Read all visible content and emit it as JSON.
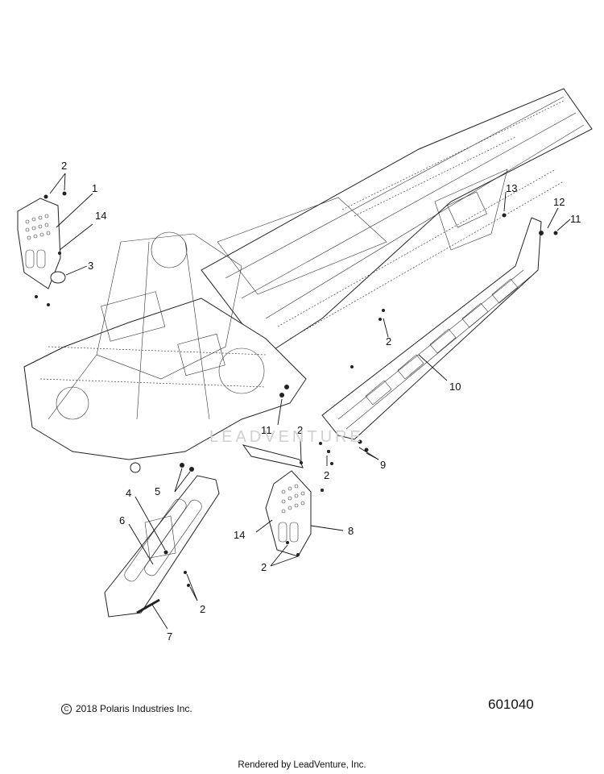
{
  "callouts": [
    "1",
    "2",
    "3",
    "4",
    "5",
    "6",
    "7",
    "8",
    "9",
    "10",
    "11",
    "12",
    "13",
    "14"
  ],
  "watermark": "LEADVENTURE",
  "copyright_text": "2018 Polaris Industries Inc.",
  "copyright_symbol": "C",
  "diagram_number": "601040",
  "footer_text": "Rendered by LeadVenture, Inc."
}
